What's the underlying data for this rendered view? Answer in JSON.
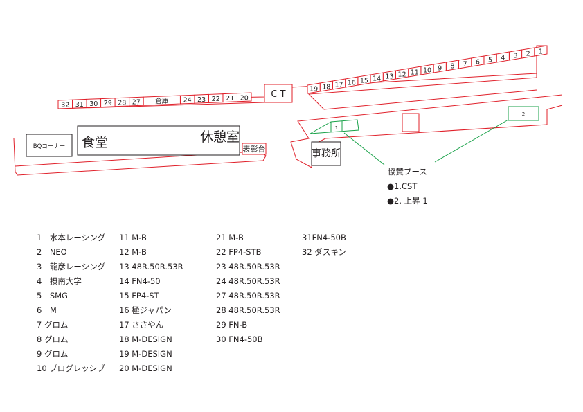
{
  "map": {
    "top_row_booths": [
      "1",
      "2",
      "3",
      "4",
      "5",
      "6",
      "7",
      "8",
      "9",
      "10",
      "11",
      "12",
      "13",
      "14",
      "15",
      "16",
      "17",
      "18",
      "19"
    ],
    "ct_label": "C T",
    "left_row_booths": [
      "20",
      "21",
      "22",
      "23",
      "24",
      "倉庫",
      "27",
      "28",
      "29",
      "30",
      "31",
      "32"
    ],
    "bq_corner": "BQコーナー",
    "dining": "食堂",
    "rest_room": "休憩室",
    "podium": "表彰台",
    "office": "事務所",
    "sponsor_booth_1": "1",
    "sponsor_booth_2": "2",
    "sponsor_title": "協賛ブース",
    "sponsor_items": [
      "●1.CST",
      "●2. 上昇 1"
    ]
  },
  "legend": {
    "col1": [
      "1　水本レーシング",
      "2　NEO",
      "3　龍彦レーシング",
      "4　摂南大学",
      "5　SMG",
      "6　M",
      "7  グロム",
      "8  グロム",
      "9  グロム",
      "10  プログレッシブ"
    ],
    "col2": [
      "11  M-B",
      "12  M-B",
      "13  48R.50R.53R",
      "14  FN4-50",
      "15  FP4-ST",
      "16 極ジャパン",
      "17  ささやん",
      "18  M-DESIGN",
      "19  M-DESIGN",
      "20  M-DESIGN"
    ],
    "col3": [
      "21 M-B",
      "22  FP4-STB",
      "23  48R.50R.53R",
      "24 48R.50R.53R",
      "27 48R.50R.53R",
      "28 48R.50R.53R",
      "29 FN-B",
      "30 FN4-50B"
    ],
    "col4": [
      "31FN4-50B",
      "32 ダスキン"
    ]
  },
  "colors": {
    "outline": "#e0202a",
    "sponsor": "#1aa24a",
    "ink": "#231f20"
  }
}
